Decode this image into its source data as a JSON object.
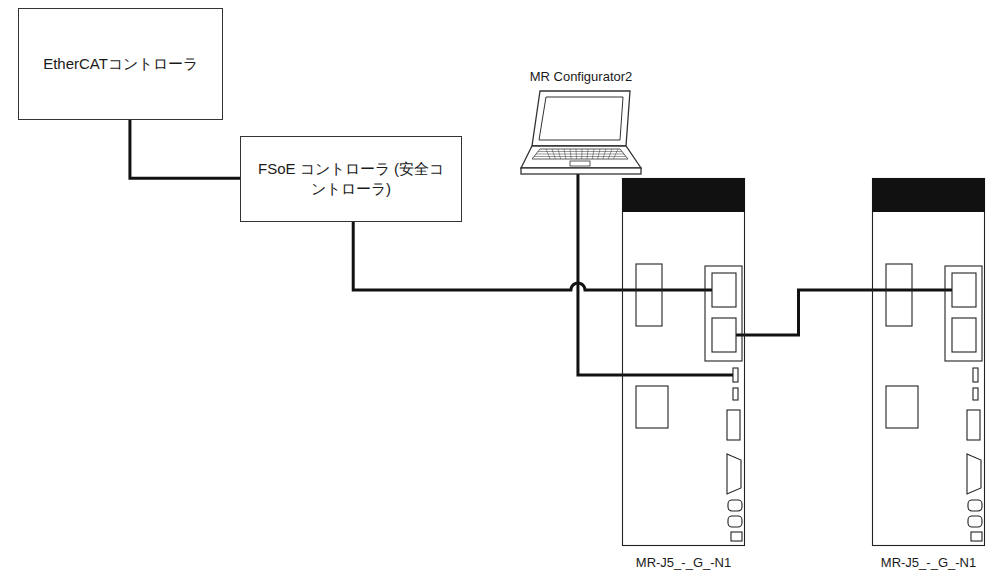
{
  "diagram": {
    "nodes": [
      {
        "text": [
          "EtherCATコントローラ"
        ]
      },
      {
        "text": [
          "FSoE コントローラ (安全コントローラ)"
        ]
      },
      {
        "text": [
          "MR Configurator2"
        ]
      },
      {
        "text": [
          "MR-J5_-_G_-N1"
        ]
      },
      {
        "text": [
          "MR-J5_-_G_-N1"
        ]
      }
    ],
    "edges": [
      {
        "from": 0,
        "to": 1,
        "arrow": "none"
      },
      {
        "from": 1,
        "to": 3,
        "arrow": "none"
      },
      {
        "from": 2,
        "to": 3,
        "arrow": "none"
      },
      {
        "from": 3,
        "to": 4,
        "arrow": "none"
      }
    ]
  }
}
